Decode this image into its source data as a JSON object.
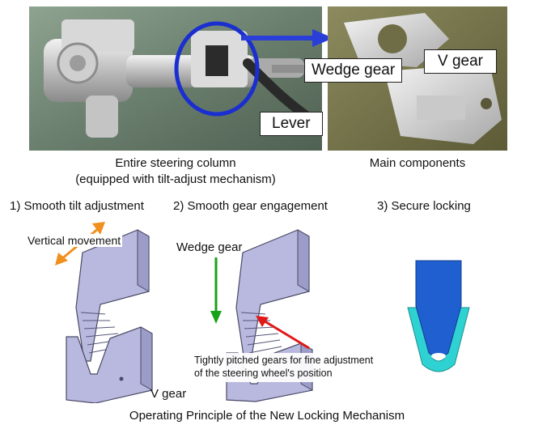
{
  "photos": {
    "left_caption_line1": "Entire steering column",
    "left_caption_line2": "(equipped with tilt-adjust mechanism)",
    "right_caption": "Main components",
    "callouts": {
      "wedge_gear": "Wedge gear",
      "v_gear": "V gear",
      "lever": "Lever"
    }
  },
  "steps": {
    "step1": "1) Smooth tilt adjustment",
    "step2": "2) Smooth gear engagement",
    "step3": "3) Secure locking"
  },
  "diagram_labels": {
    "vertical_movement": "Vertical movement",
    "wedge_gear": "Wedge gear",
    "v_gear": "V gear",
    "fine_adjust_line1": "Tightly pitched gears for fine adjustment",
    "fine_adjust_line2": "of the steering wheel's position"
  },
  "footer_title": "Operating Principle of the New Locking Mechanism",
  "colors": {
    "highlight_circle": "#1a2fd0",
    "pointer_arrow": "#2a3fd8",
    "orange_arrow": "#f0901e",
    "green_arrow": "#1aa31a",
    "red_arrow": "#e01818",
    "gear_face": "#b9b9e0",
    "lock_blue": "#1f5fd0",
    "lock_cyan": "#2fd2d2"
  }
}
